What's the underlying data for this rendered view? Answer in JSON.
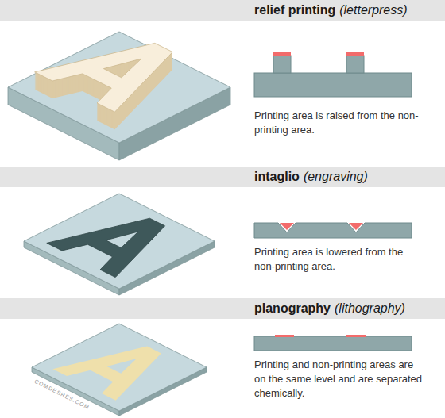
{
  "diagram": {
    "nodes": [
      {
        "text": [
          "relief printing",
          "(letterpress)"
        ]
      },
      {
        "text": [
          "intaglio",
          "(engraving)"
        ]
      },
      {
        "text": [
          "planography",
          "(lithography)"
        ]
      }
    ],
    "labels": [
      "Printing area is raised from the non-printing area.",
      "Printing area is lowered from the non-printing area.",
      "Printing and non-printing areas are on the same level and are separated chemically.",
      "COMDESRES.COM"
    ]
  }
}
